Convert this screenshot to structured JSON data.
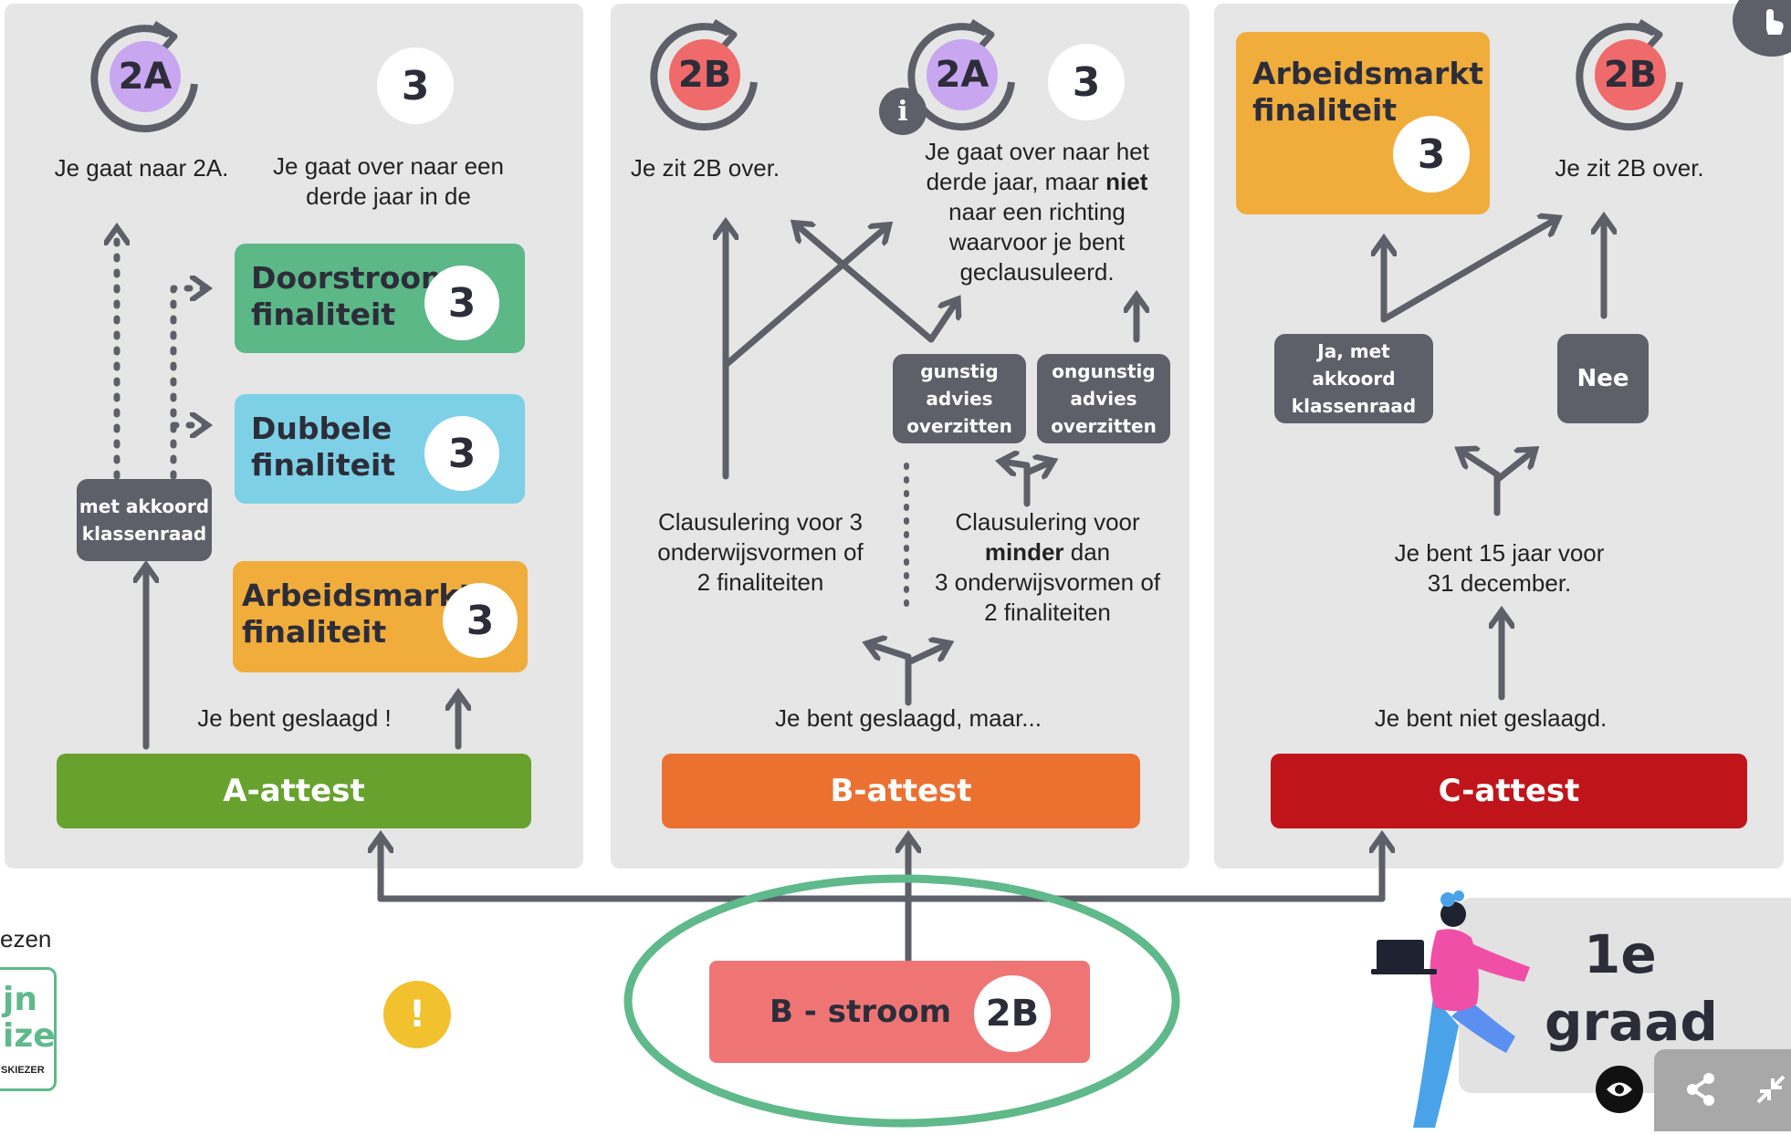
{
  "columns": {
    "a": {
      "badge_2a": "2A",
      "badge_3": "3",
      "goto_2a": "Je gaat naar 2A.",
      "goto_third": "Je gaat over naar een derde jaar in de",
      "finaliteiten": [
        {
          "label": "Doorstroom finaliteit",
          "number": "3",
          "color": "#5cb887"
        },
        {
          "label": "Dubbele finaliteit",
          "number": "3",
          "color": "#7dd0e6"
        },
        {
          "label": "Arbeidsmarkt finaliteit",
          "number": "3",
          "color": "#f0ad3c"
        }
      ],
      "akkoord": "met akkoord klassenraad",
      "geslaagd": "Je bent geslaagd !",
      "attest": "A-attest",
      "attest_color": "#67a22e"
    },
    "b": {
      "badge_2b": "2B",
      "badge_2a": "2A",
      "badge_3": "3",
      "zit_over": "Je zit 2B over.",
      "goto_third_pre": "Je gaat over naar het derde jaar, maar ",
      "goto_third_bold": "niet",
      "goto_third_post": " naar een richting waarvoor je bent geclausuleerd.",
      "info_icon": "i",
      "gunstig": "gunstig advies overzitten",
      "ongunstig": "ongunstig advies overzitten",
      "claus_left": "Clausulering voor 3 onderwijsvormen of 2 finaliteiten",
      "claus_right_pre": "Clausulering voor",
      "claus_right_bold": "minder",
      "claus_right_mid": " dan",
      "claus_right_post": "3 onderwijsvormen of 2 finaliteiten",
      "geslaagd_maar": "Je bent geslaagd, maar...",
      "attest": "B-attest",
      "attest_color": "#eb7131"
    },
    "c": {
      "box_label": "Arbeidsmarkt finaliteit",
      "box_number": "3",
      "badge_2b": "2B",
      "zit_over": "Je zit 2B over.",
      "ja": "Ja, met akkoord klassenraad",
      "nee": "Nee",
      "vijftien": "Je bent 15 jaar voor 31 december.",
      "niet_geslaagd": "Je bent niet geslaagd.",
      "attest": "C-attest",
      "attest_color": "#c0141b"
    }
  },
  "bottom": {
    "stroom_label": "B - stroom",
    "stroom_badge": "2B",
    "partial_text": "ezen",
    "logo_partial_1": "jn",
    "logo_partial_2": "ize",
    "logo_partial_small": "SKIEZER",
    "warning_icon": "!",
    "graad_title_1": "1e",
    "graad_title_2": "graad"
  },
  "colors": {
    "panel": "#e6e6e6",
    "stroom": "#ef7575",
    "highlight_ring": "#5fb98a",
    "purple_badge": "#c9a6f0",
    "red_badge": "#ef6a6a",
    "warning": "#f2c12e"
  },
  "icons": [
    "redo-arrow-icon",
    "info-icon",
    "warning-icon",
    "eye-icon",
    "share-icon",
    "collapse-icon",
    "touch-icon"
  ]
}
